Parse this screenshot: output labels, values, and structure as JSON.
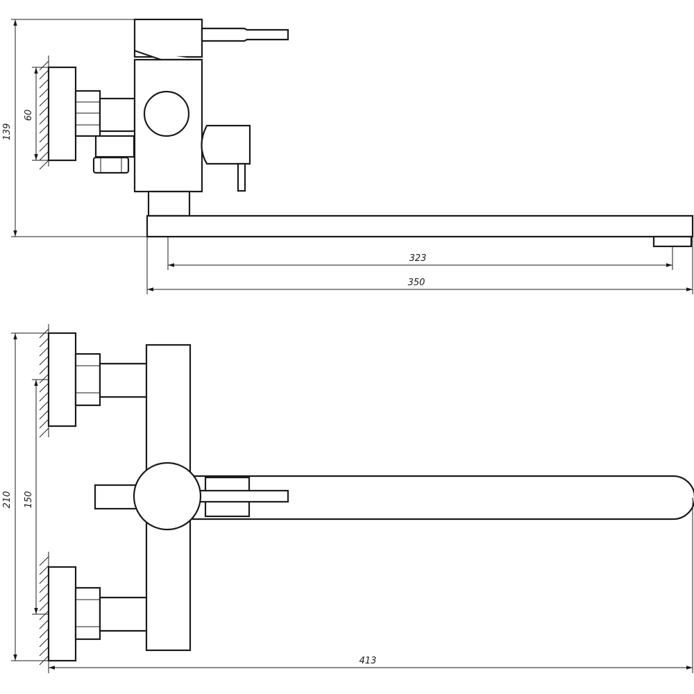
{
  "dimensions": {
    "side_view": {
      "total_height": "139",
      "mount_height": "60",
      "spout_reach": "323",
      "overall_length": "350"
    },
    "top_view": {
      "overall_width": "210",
      "center_distance": "150",
      "overall_depth": "413"
    }
  }
}
